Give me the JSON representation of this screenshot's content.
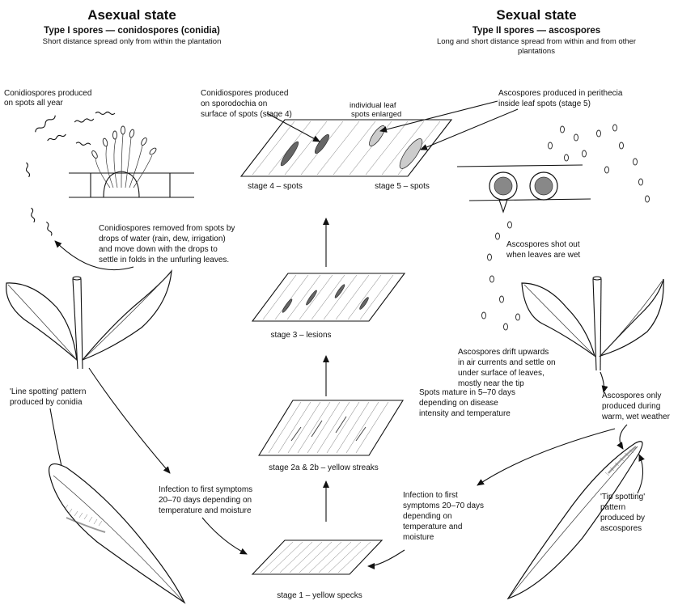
{
  "headers": {
    "left": {
      "title": "Asexual state",
      "subtitle": "Type I spores — conidospores (conidia)",
      "note": "Short distance spread only from within the plantation"
    },
    "right": {
      "title": "Sexual state",
      "subtitle": "Type II spores — ascospores",
      "note_line1": "Long and short distance spread from within and from other",
      "note_line2": "plantations"
    }
  },
  "annotations": {
    "conidio_all_year": [
      "Conidiospores produced",
      "on spots all year"
    ],
    "conidio_removed": [
      "Conidiospores removed from spots by",
      "drops of water (rain, dew, irrigation)",
      "and move down with the drops to",
      "settle in folds in the unfurling leaves."
    ],
    "line_spotting": [
      "'Line spotting' pattern",
      "produced by conidia"
    ],
    "infection_left": [
      "Infection to first symptoms",
      "20–70 days depending on",
      "temperature and moisture"
    ],
    "sporodochia": [
      "Conidiospores produced",
      "on sporodochia on",
      "surface of spots (stage 4)"
    ],
    "leaf_spots_enlarged": [
      "individual leaf",
      "spots enlarged"
    ],
    "perithecia": [
      "Ascospores produced in perithecia",
      "inside leaf spots (stage 5)"
    ],
    "shot_out": [
      "Ascospores shot out",
      "when leaves are wet"
    ],
    "drift": [
      "Ascospores drift upwards",
      "in air currents and settle on",
      "under surface of leaves,",
      "mostly near the tip"
    ],
    "warm_wet": [
      "Ascospores only",
      "produced during",
      "warm, wet weather"
    ],
    "spots_mature": [
      "Spots mature in 5–70 days",
      "depending on disease",
      "intensity and temperature"
    ],
    "tip_spotting": [
      "'Tip spotting'",
      "pattern",
      "produced by",
      "ascospores"
    ],
    "infection_right": [
      "Infection to first",
      "symptoms 20–70 days",
      "depending on",
      "temperature and",
      "moisture"
    ]
  },
  "stages": {
    "stage1": "stage 1 – yellow specks",
    "stage2": "stage 2a & 2b – yellow streaks",
    "stage3": "stage 3 – lesions",
    "stage4": "stage 4 – spots",
    "stage5": "stage 5 – spots"
  }
}
